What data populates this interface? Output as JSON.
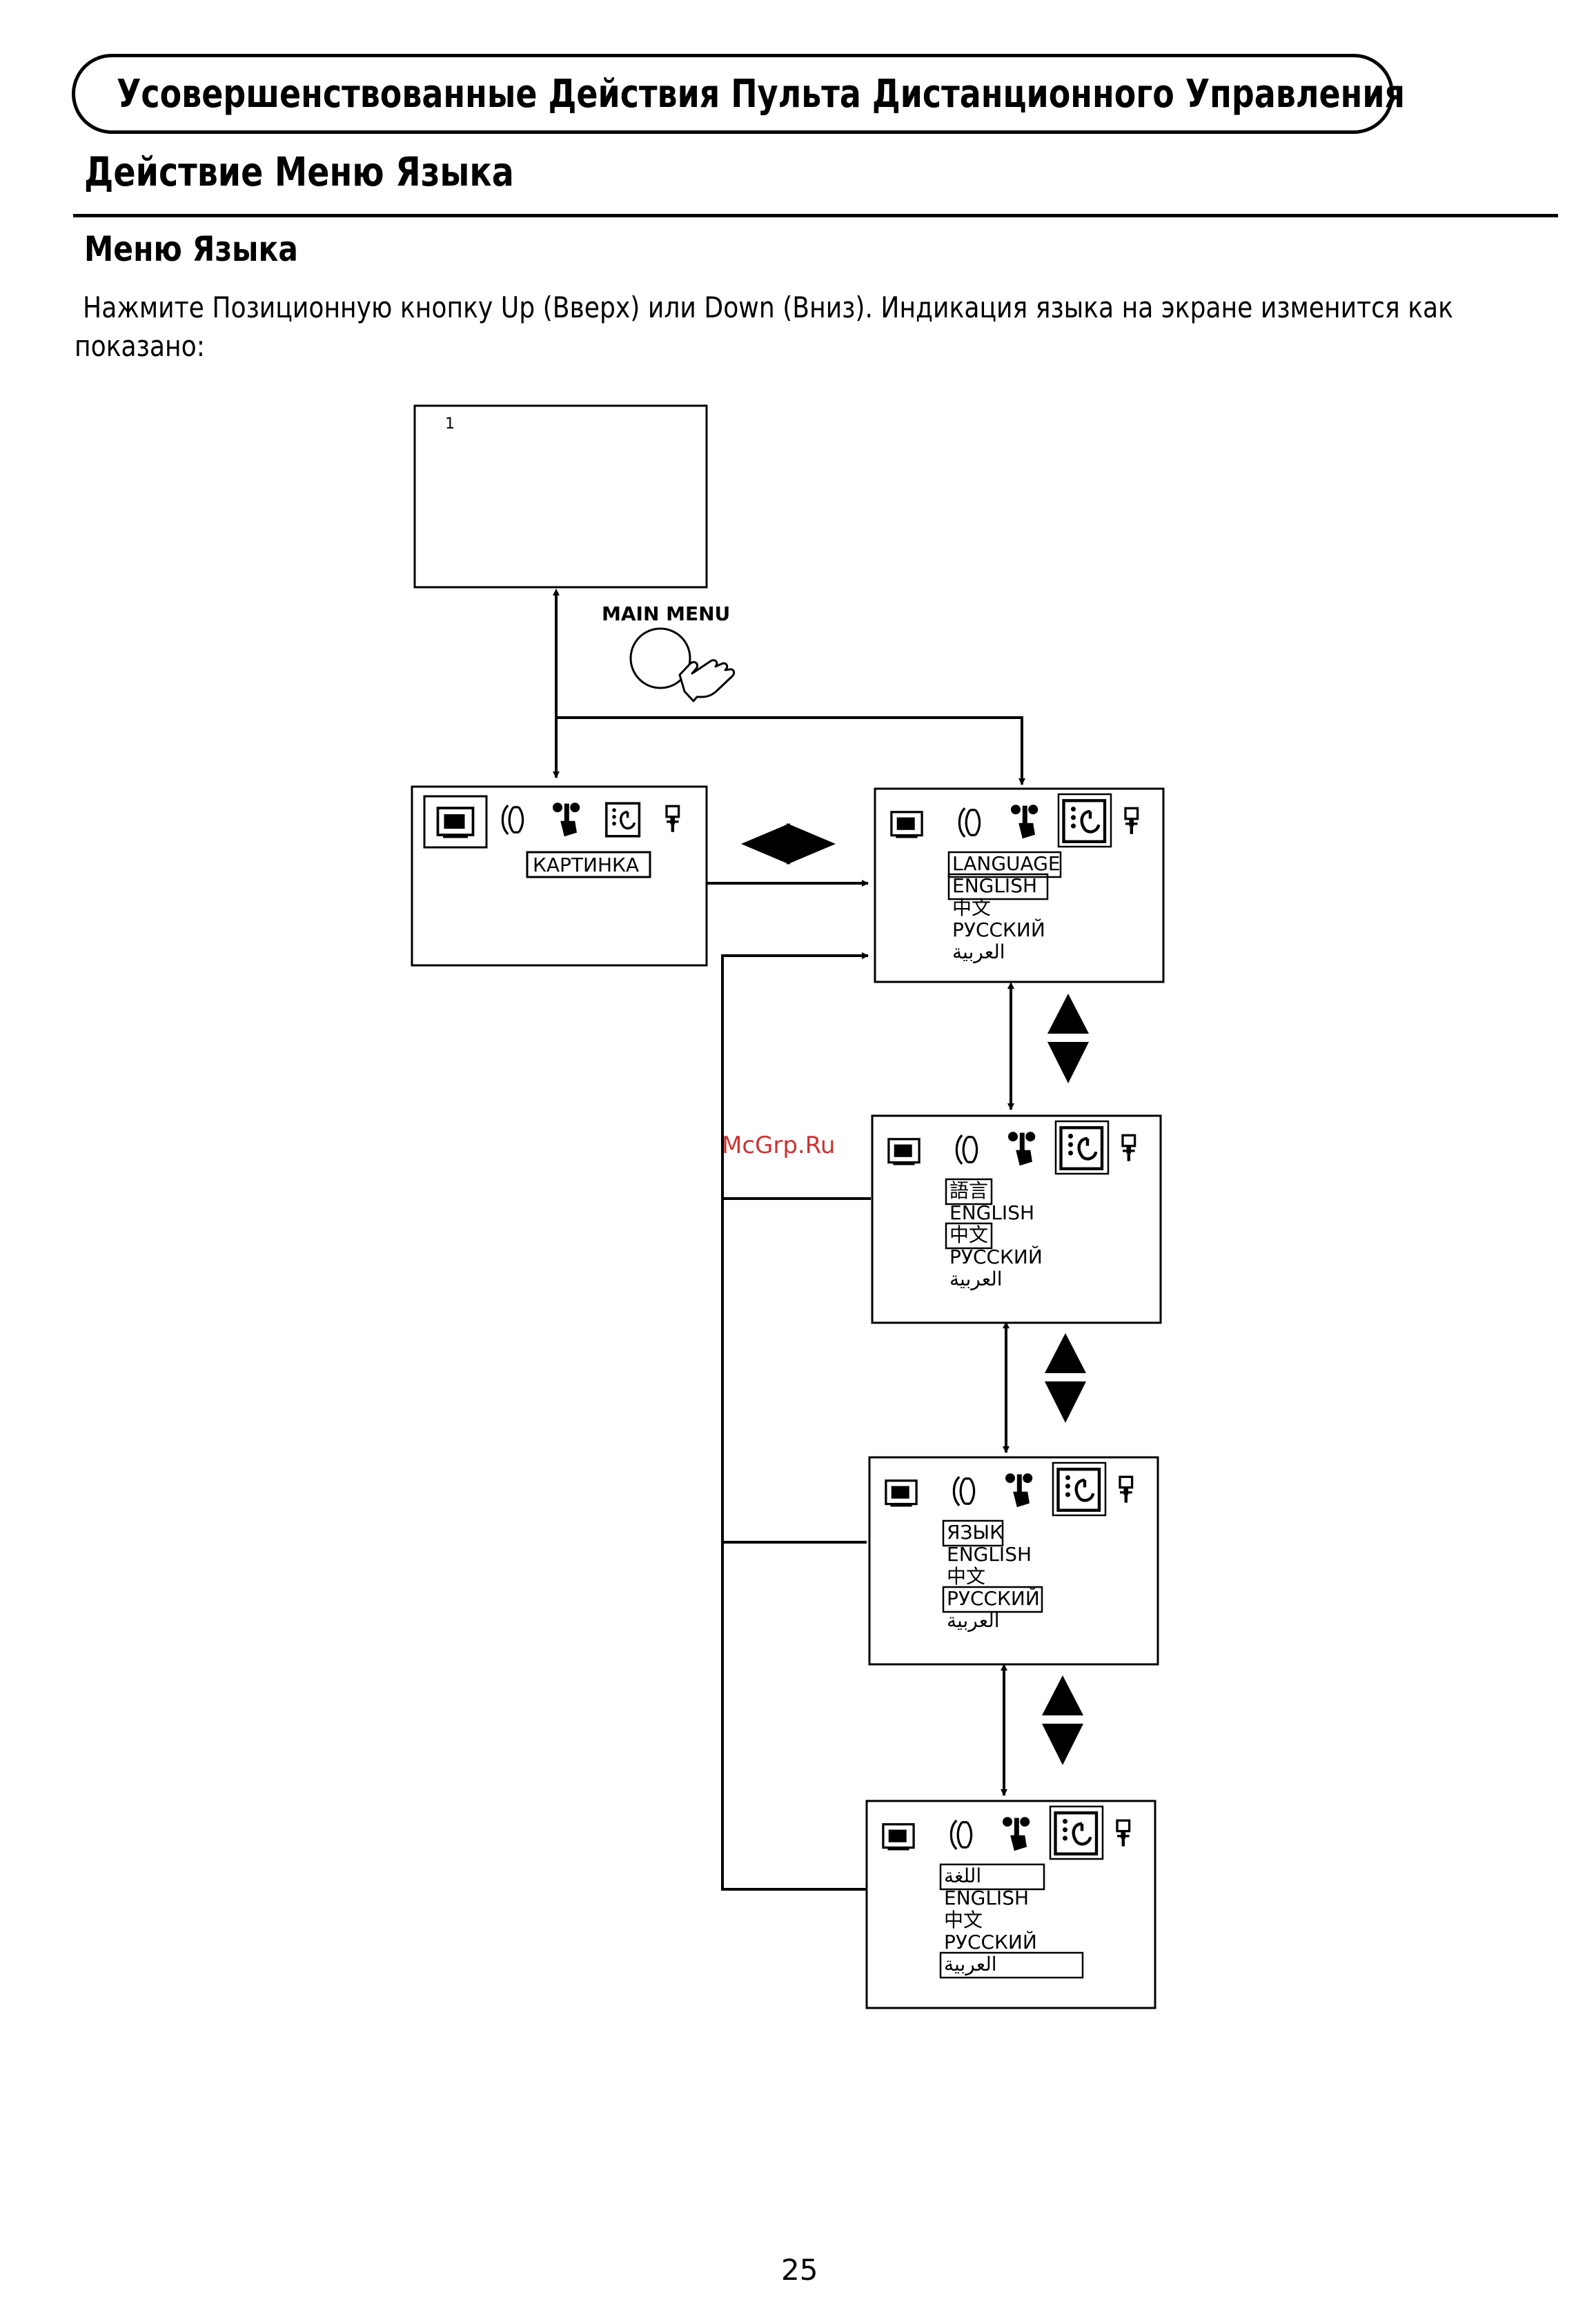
{
  "header": {
    "banner_title": "Усовершенствованные Действия Пульта Дистанционного Управления",
    "section_title": "Действие Меню Языка",
    "sub_title": "Меню Языка",
    "instruction_line1": "Нажмите Позиционную кнопку Up (Вверх) или Down (Вниз). Индикация языка на экране изменится как",
    "instruction_line2": "показано:"
  },
  "diagram": {
    "tv_screen_channel": "1",
    "main_menu_label": "MAIN MENU",
    "picture_menu_item": "КАРТИНКА",
    "screens": [
      {
        "heading": "LANGUAGE",
        "options": [
          "ENGLISH",
          "中文",
          "РУССКИЙ",
          "العربية"
        ],
        "selected": "ENGLISH"
      },
      {
        "heading": "語言",
        "options": [
          "ENGLISH",
          "中文",
          "РУССКИЙ",
          "العربية"
        ],
        "selected": "中文"
      },
      {
        "heading": "ЯЗЫК",
        "options": [
          "ENGLISH",
          "中文",
          "РУССКИЙ",
          "العربية"
        ],
        "selected": "РУССКИЙ"
      },
      {
        "heading": "اللغة",
        "options": [
          "ENGLISH",
          "中文",
          "РУССКИЙ",
          "العربية"
        ],
        "selected": "العربية"
      }
    ],
    "icons": [
      "picture-icon",
      "sound-icon",
      "setup-icon",
      "language-icon",
      "feature-icon"
    ]
  },
  "watermark": "McGrp.Ru",
  "footer": {
    "page_number": "25"
  }
}
